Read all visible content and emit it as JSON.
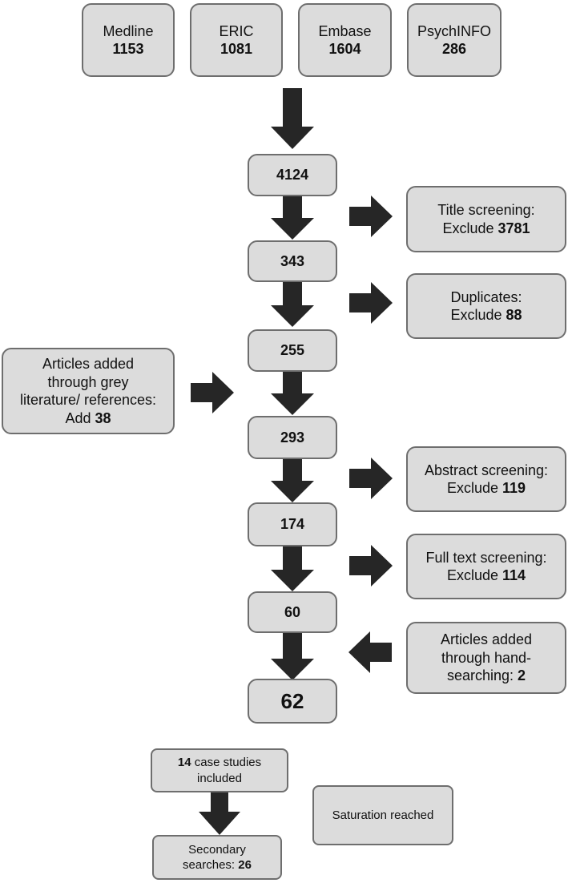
{
  "colors": {
    "box_fill": "#dcdcdc",
    "box_border": "#6e6e6e",
    "arrow": "#262626"
  },
  "databases": [
    {
      "name": "Medline",
      "count": "1153"
    },
    {
      "name": "ERIC",
      "count": "1081"
    },
    {
      "name": "Embase",
      "count": "1604"
    },
    {
      "name": "PsychINFO",
      "count": "286"
    }
  ],
  "flow": {
    "step1": "4124",
    "step2": "343",
    "step3": "255",
    "step4": "293",
    "step5": "174",
    "step6": "60",
    "final": "62"
  },
  "side": {
    "title_screening": {
      "line1": "Title screening:",
      "prefix": "Exclude",
      "count": "3781"
    },
    "duplicates": {
      "line1": "Duplicates:",
      "prefix": "Exclude",
      "count": "88"
    },
    "grey_literature": {
      "line1": "Articles added",
      "line2": "through grey",
      "line3": "literature/ references:",
      "prefix": "Add",
      "count": "38"
    },
    "abstract_screening": {
      "line1": "Abstract screening:",
      "prefix": "Exclude",
      "count": "119"
    },
    "full_text_screening": {
      "line1": "Full text screening:",
      "prefix": "Exclude",
      "count": "114"
    },
    "hand_searching": {
      "line1": "Articles added",
      "line2": "through hand-",
      "prefix": "searching:",
      "count": "2"
    }
  },
  "lower": {
    "case_studies": {
      "count": "14",
      "text1": "case studies",
      "text2": "included"
    },
    "secondary": {
      "line1": "Secondary",
      "prefix": "searches:",
      "count": "26"
    },
    "saturation": "Saturation reached"
  }
}
